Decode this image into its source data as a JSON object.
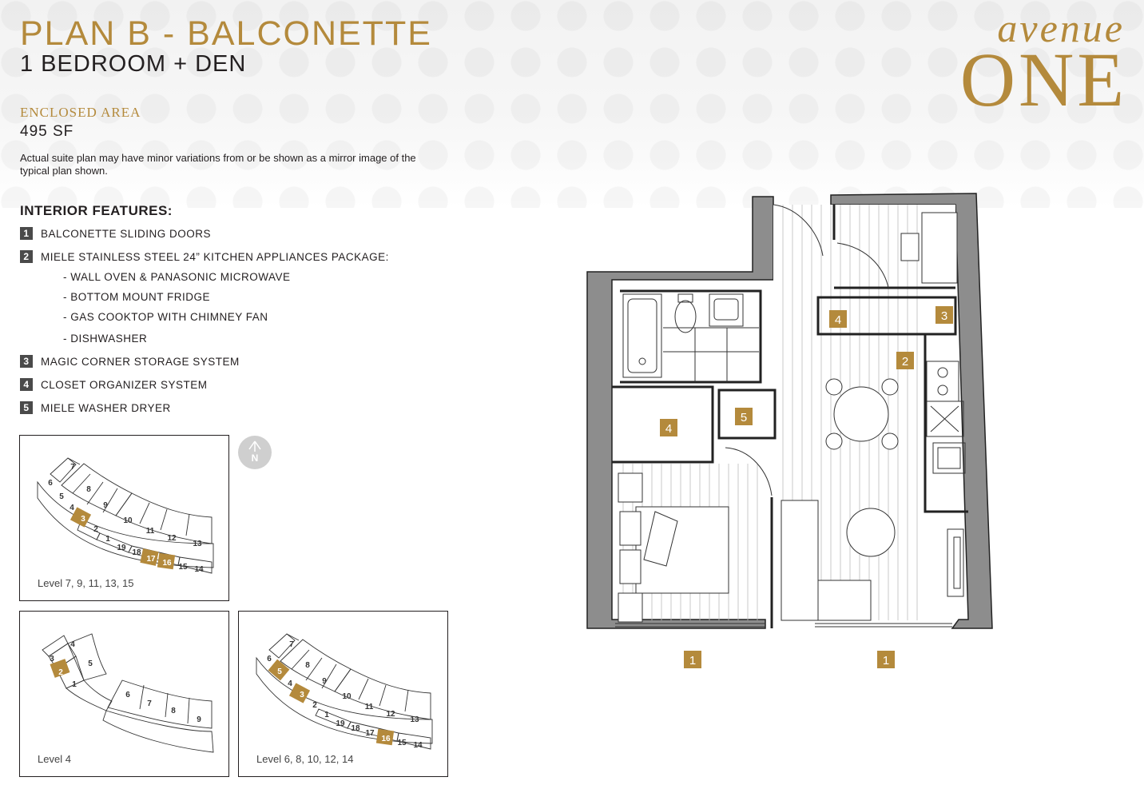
{
  "plan": {
    "title": "PLAN B - BALCONETTE",
    "subtitle": "1 BEDROOM + DEN",
    "area_label": "ENCLOSED AREA",
    "area_value": "495 SF",
    "disclaimer": "Actual suite plan may have minor variations from or be shown as a mirror image of the typical plan shown."
  },
  "logo": {
    "script": "avenue",
    "word": "ONE"
  },
  "features": {
    "title": "INTERIOR FEATURES:",
    "items": [
      {
        "num": "1",
        "label": "BALCONETTE SLIDING DOORS"
      },
      {
        "num": "2",
        "label": "MIELE STAINLESS STEEL 24” KITCHEN APPLIANCES PACKAGE:"
      },
      {
        "num": "3",
        "label": "MAGIC CORNER STORAGE SYSTEM"
      },
      {
        "num": "4",
        "label": "CLOSET ORGANIZER SYSTEM"
      },
      {
        "num": "5",
        "label": "MIELE WASHER DRYER"
      }
    ],
    "sub_items": [
      "- WALL OVEN & PANASONIC MICROWAVE",
      "- BOTTOM MOUNT FRIDGE",
      "- GAS COOKTOP WITH CHIMNEY FAN",
      "- DISHWASHER"
    ]
  },
  "compass": {
    "letter": "N"
  },
  "keyplans": [
    {
      "label": "Level 7, 9, 11, 13, 15",
      "units": [
        "7",
        "6",
        "5",
        "8",
        "4",
        "9",
        "3",
        "10",
        "2",
        "11",
        "1",
        "12",
        "19",
        "18",
        "13",
        "17",
        "16",
        "15",
        "14"
      ],
      "highlighted": [
        "3",
        "17",
        "16"
      ]
    },
    {
      "label": "Level 4",
      "units": [
        "4",
        "3",
        "5",
        "2",
        "1",
        "6",
        "7",
        "8",
        "9"
      ],
      "highlighted": [
        "2"
      ]
    },
    {
      "label": "Level 6, 8, 10, 12, 14",
      "units": [
        "7",
        "6",
        "8",
        "5",
        "9",
        "4",
        "10",
        "3",
        "11",
        "2",
        "12",
        "1",
        "13",
        "19",
        "18",
        "17",
        "16",
        "15",
        "14"
      ],
      "highlighted": [
        "5",
        "3",
        "16"
      ]
    }
  ],
  "floorplan_markers": [
    "1",
    "1",
    "2",
    "3",
    "4",
    "4",
    "5"
  ],
  "colors": {
    "gold": "#b48a3c",
    "dark": "#4a4a4a",
    "wall": "#8d8d8d"
  }
}
